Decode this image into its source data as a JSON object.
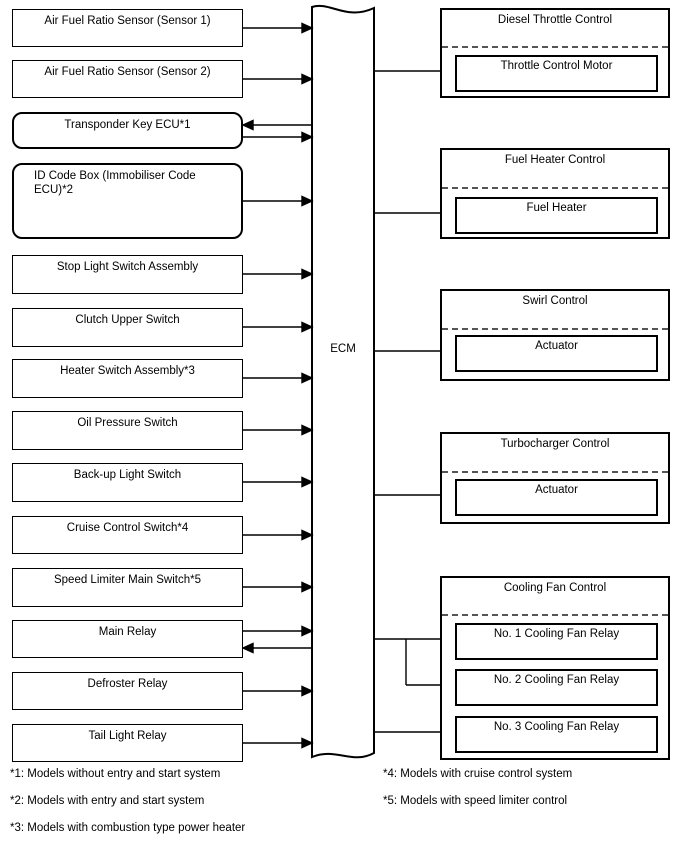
{
  "diagram": {
    "ecm_label": "ECM",
    "inputs": [
      {
        "label": "Air Fuel Ratio Sensor (Sensor 1)"
      },
      {
        "label": "Air Fuel Ratio Sensor (Sensor 2)"
      },
      {
        "label": "Transponder Key ECU*1"
      },
      {
        "label": "ID Code Box (Immobiliser Code\nECU)*2"
      },
      {
        "label": "Stop Light Switch Assembly"
      },
      {
        "label": "Clutch Upper Switch"
      },
      {
        "label": "Heater Switch Assembly*3"
      },
      {
        "label": "Oil Pressure Switch"
      },
      {
        "label": "Back-up Light Switch"
      },
      {
        "label": "Cruise Control Switch*4"
      },
      {
        "label": "Speed Limiter Main Switch*5"
      },
      {
        "label": "Main Relay"
      },
      {
        "label": "Defroster Relay"
      },
      {
        "label": "Tail Light Relay"
      }
    ],
    "outputs": [
      {
        "title": "Diesel Throttle Control",
        "components": [
          "Throttle Control Motor"
        ]
      },
      {
        "title": "Fuel Heater Control",
        "components": [
          "Fuel Heater"
        ]
      },
      {
        "title": "Swirl Control",
        "components": [
          "Actuator"
        ]
      },
      {
        "title": "Turbocharger Control",
        "components": [
          "Actuator"
        ]
      },
      {
        "title": "Cooling Fan Control",
        "components": [
          "No. 1 Cooling Fan Relay",
          "No. 2 Cooling Fan Relay",
          "No. 3 Cooling Fan Relay"
        ]
      }
    ],
    "footnotes_left": [
      "*1: Models without entry and start system",
      "*2: Models with entry and start system",
      "*3: Models with combustion type power heater"
    ],
    "footnotes_right": [
      "*4: Models with cruise control system",
      "*5: Models with speed limiter control"
    ],
    "colors": {
      "line": "#000000",
      "background": "#ffffff",
      "dash": "#555555"
    }
  }
}
